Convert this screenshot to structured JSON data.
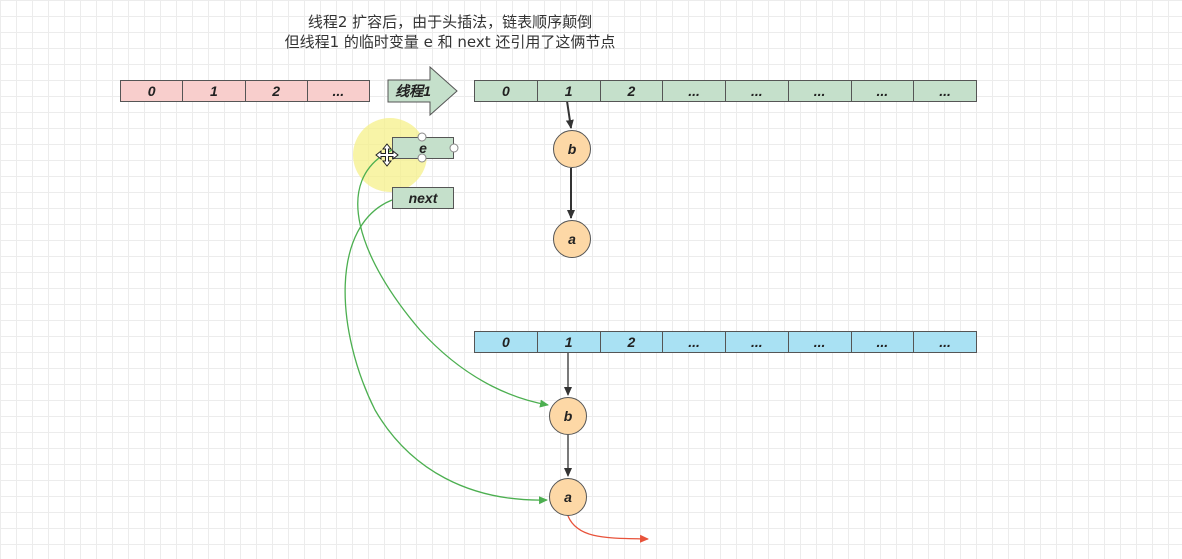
{
  "caption": {
    "line1": "线程2 扩容后，由于头插法，链表顺序颠倒",
    "line2": "但线程1 的临时变量 e 和 next 还引用了这俩节点"
  },
  "old_array": {
    "cells": [
      "0",
      "1",
      "2",
      "..."
    ]
  },
  "thread_arrow": {
    "label": "线程1"
  },
  "thread1_array": {
    "cells": [
      "0",
      "1",
      "2",
      "...",
      "...",
      "...",
      "...",
      "..."
    ]
  },
  "thread1_list": {
    "nodes": [
      "b",
      "a"
    ]
  },
  "vars": {
    "e": "e",
    "next": "next"
  },
  "new_array": {
    "cells": [
      "0",
      "1",
      "2",
      "...",
      "...",
      "...",
      "...",
      "..."
    ]
  },
  "new_list": {
    "nodes": [
      "b",
      "a"
    ]
  },
  "colors": {
    "old_array": "#f8cecc",
    "thread_array": "#c5e0cb",
    "new_array": "#a9e1f3",
    "node": "#fdd8a6",
    "reference_edge": "#4caf50",
    "dangling_edge": "#e8533b",
    "cursor_highlight": "#f5f08a"
  }
}
